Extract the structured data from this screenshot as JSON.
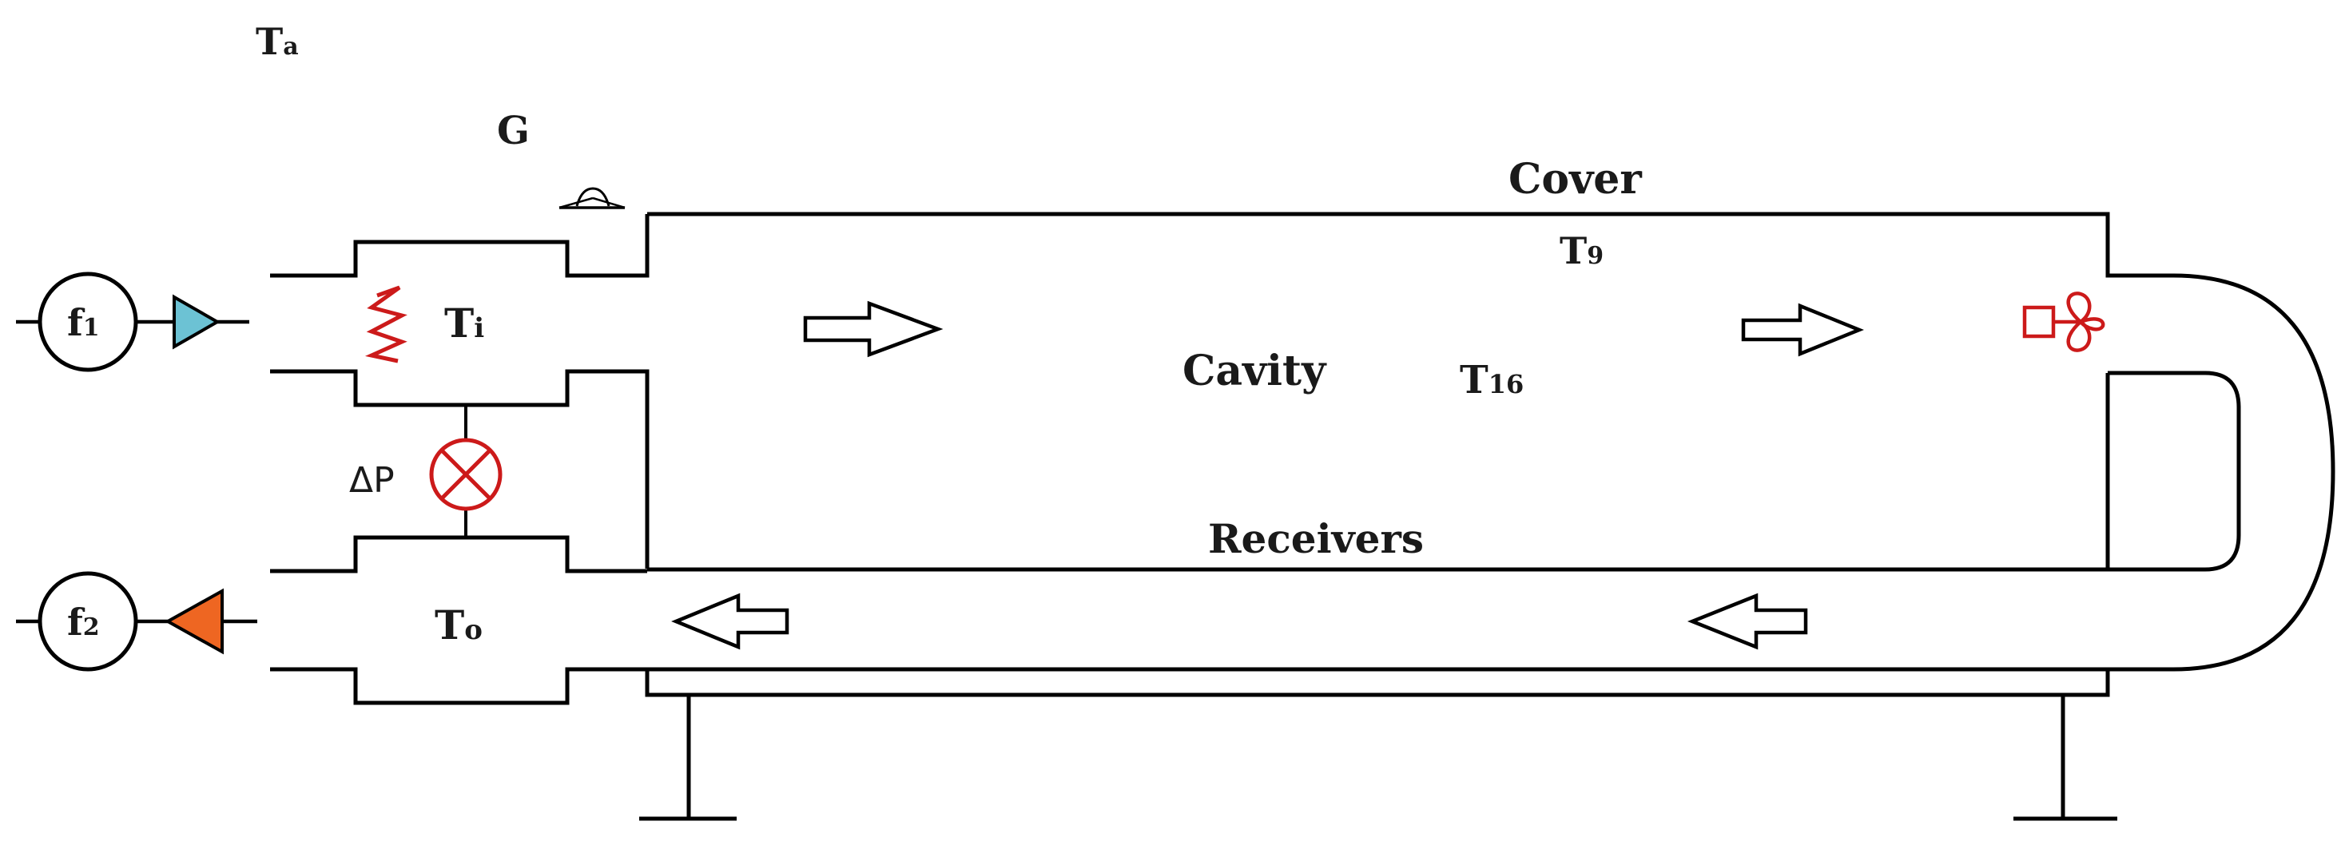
{
  "labels": {
    "ambient_temp": {
      "main": "T",
      "sub": "a"
    },
    "solar_radiation": "G",
    "cover": "Cover",
    "cover_temp": {
      "main": "T",
      "sub": "9"
    },
    "inlet_temp": {
      "main": "T",
      "sub": "i"
    },
    "cavity": "Cavity",
    "cavity_temp": {
      "main": "T",
      "sub": "16"
    },
    "pressure_drop": "ΔP",
    "receivers": "Receivers",
    "outlet_temp": {
      "main": "T",
      "sub": "o"
    },
    "flow_meter_1": {
      "main": "f",
      "sub": "1"
    },
    "flow_meter_2": {
      "main": "f",
      "sub": "2"
    }
  },
  "colors": {
    "line": "#000000",
    "heater": "#cc1a1a",
    "pressure_sensor": "#cc1a1a",
    "fan": "#cc1a1a",
    "inlet_pump": "#6cc2d4",
    "outlet_pump": "#ee6622"
  },
  "icons": {
    "heater": "heater-coil-icon",
    "pressure": "pressure-sensor-icon",
    "fan": "fan-icon",
    "pyranometer": "pyranometer-icon"
  }
}
